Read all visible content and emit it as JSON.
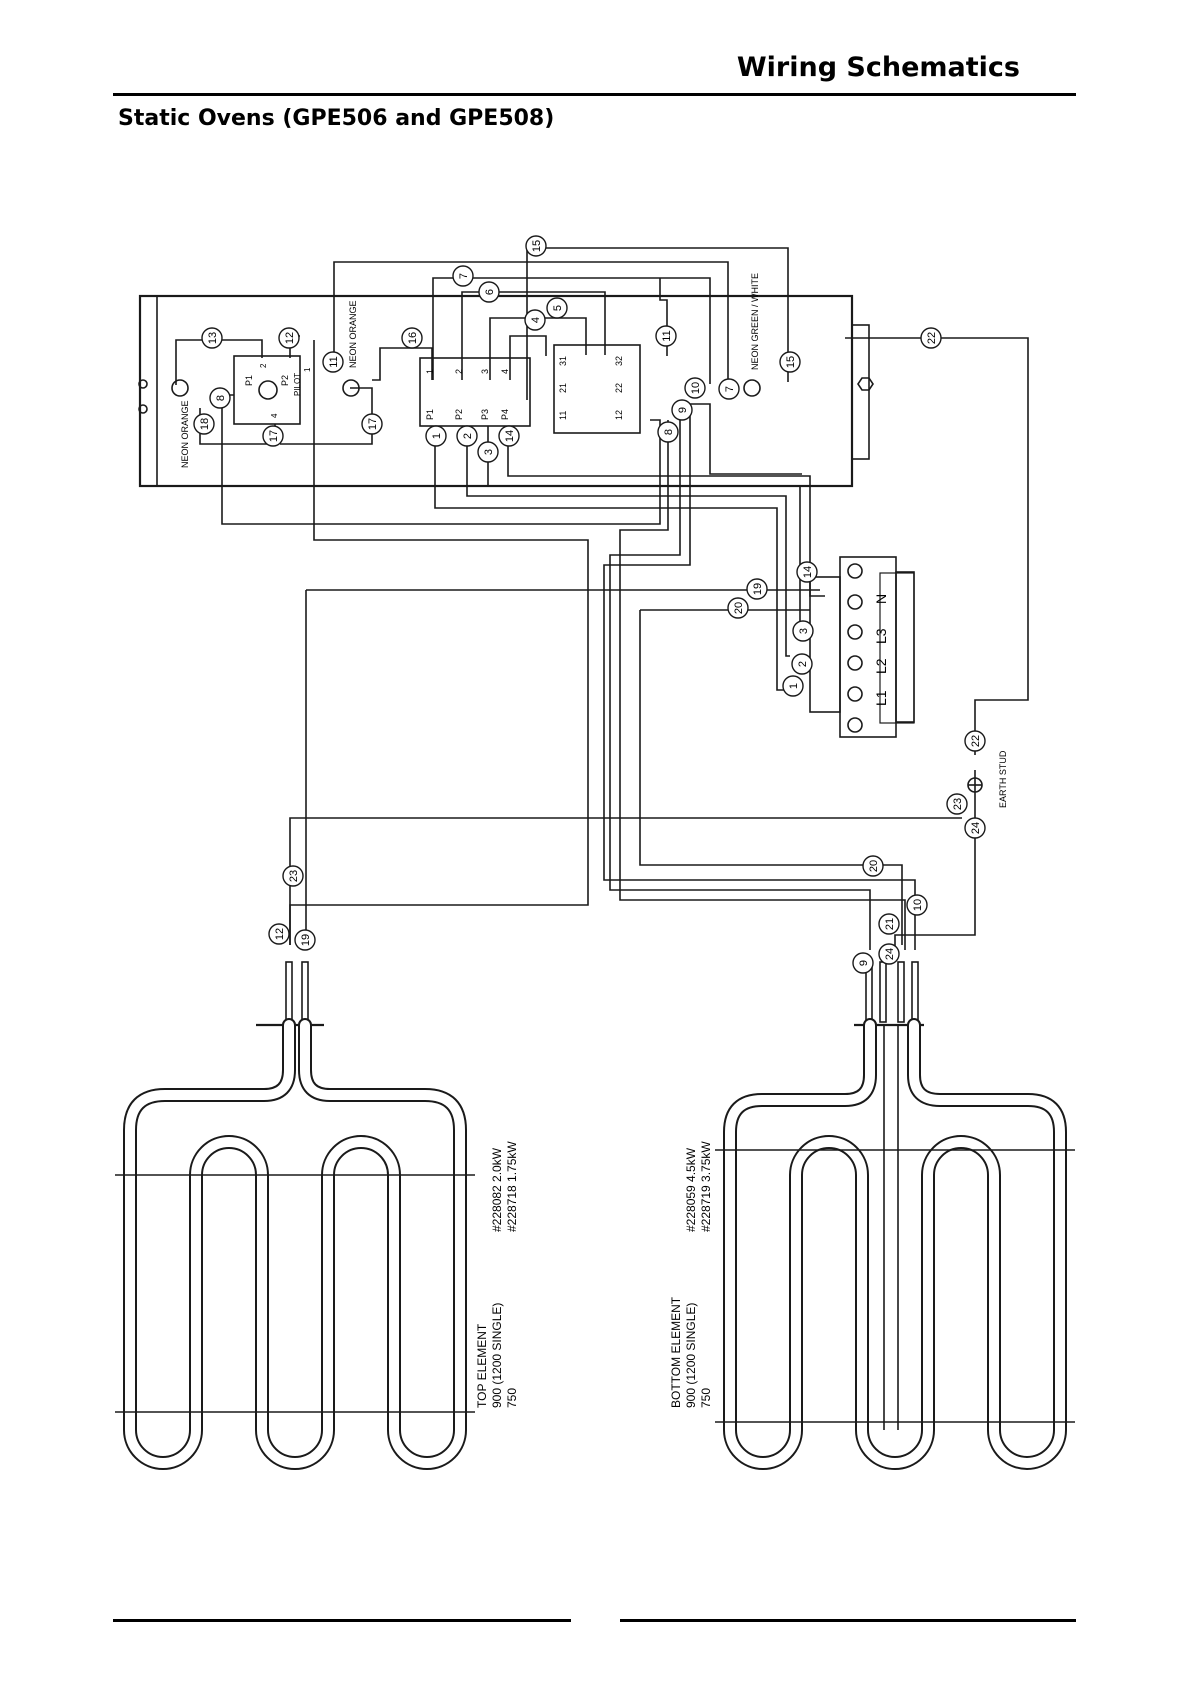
{
  "header": {
    "title": "Wiring Schematics"
  },
  "section": {
    "title": "Static Ovens (GPE506 and GPE508)"
  },
  "diagram": {
    "neons": {
      "left": "NEON ORANGE",
      "middle": "NEON ORANGE",
      "right": "NEON GREEN / WHITE"
    },
    "thermostat": {
      "pin_left": "P1",
      "pin_right": "P2",
      "text": "PILOT",
      "n1": "2",
      "n2": "4",
      "n3": "1"
    },
    "switch": {
      "top_terms": [
        "1",
        "2",
        "3",
        "4"
      ],
      "bottom_terms": [
        "P1",
        "P2",
        "P3",
        "P4"
      ]
    },
    "relay": {
      "contacts": [
        {
          "a": "11",
          "b": "12"
        },
        {
          "a": "21",
          "b": "22"
        },
        {
          "a": "31",
          "b": "32"
        }
      ]
    },
    "terminal_block": {
      "labels": [
        "L1",
        "L2",
        "L3",
        "N"
      ]
    },
    "earth": {
      "label": "EARTH STUD"
    },
    "top_element": {
      "title": "TOP ELEMENT",
      "line2": "900 (1200 SINGLE)",
      "line3": "750",
      "part1": "#228082 2.0kW",
      "part2": "#228718 1.75kW"
    },
    "bottom_element": {
      "title": "BOTTOM ELEMENT",
      "line2": "900 (1200 SINGLE)",
      "line3": "750",
      "part1": "#228059 4.5kW",
      "part2": "#228719 3.75kW"
    },
    "wire_numbers": [
      "1",
      "2",
      "3",
      "4",
      "5",
      "6",
      "7",
      "8",
      "9",
      "10",
      "11",
      "12",
      "13",
      "14",
      "15",
      "16",
      "17",
      "18",
      "19",
      "20",
      "21",
      "22",
      "23",
      "24"
    ]
  }
}
